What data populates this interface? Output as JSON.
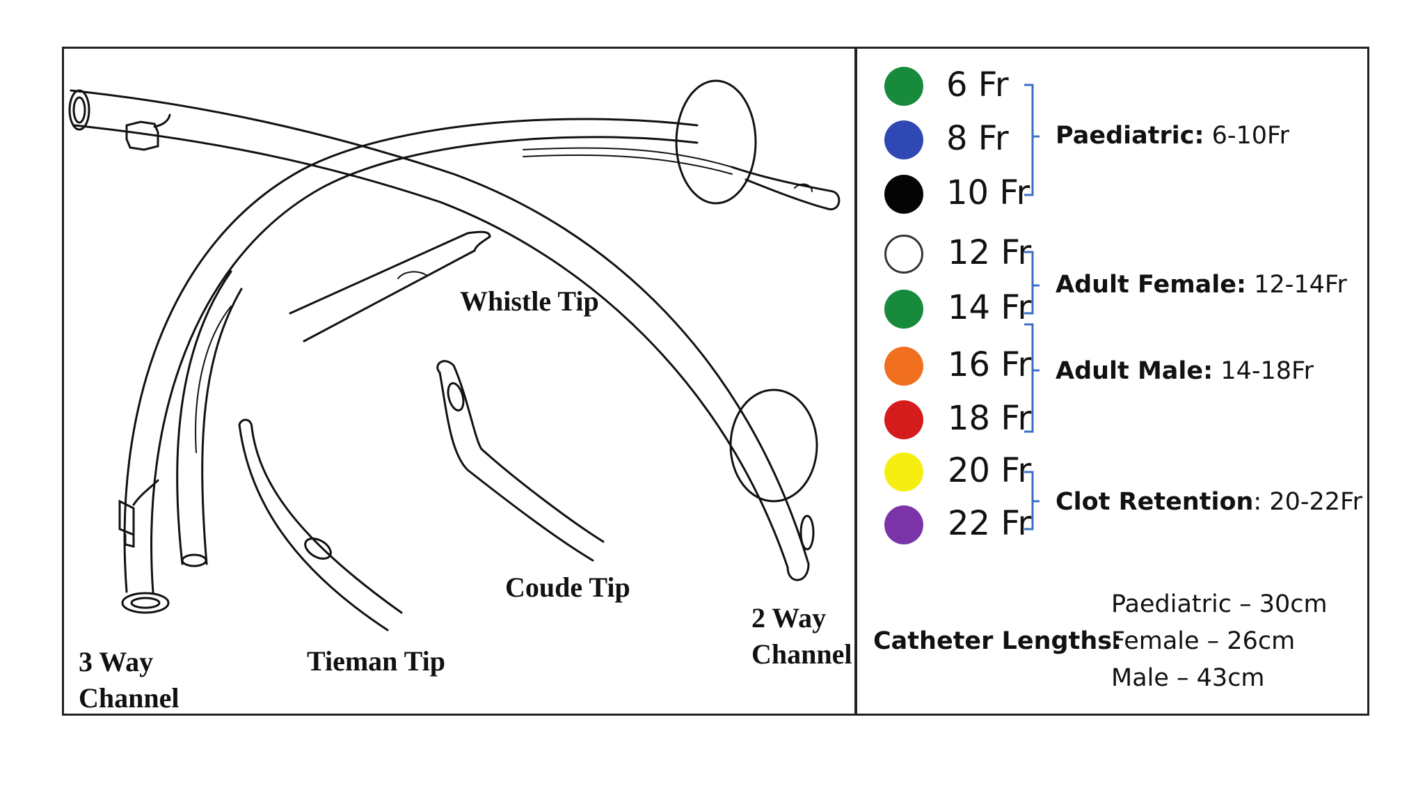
{
  "drawing": {
    "labels": {
      "three_way_1": "3 Way",
      "three_way_2": "Channel",
      "two_way_1": "2 Way",
      "two_way_2": "Channel",
      "whistle": "Whistle Tip",
      "tieman": "Tieman Tip",
      "coude": "Coude Tip"
    }
  },
  "legend": {
    "sizes": [
      {
        "label": "6 Fr",
        "color": "#178a3c"
      },
      {
        "label": "8 Fr",
        "color": "#3048b4"
      },
      {
        "label": "10 Fr",
        "color": "#050505"
      },
      {
        "label": "12 Fr",
        "color": "#ffffff"
      },
      {
        "label": "14 Fr",
        "color": "#178a3c"
      },
      {
        "label": "16 Fr",
        "color": "#f07020"
      },
      {
        "label": "18 Fr",
        "color": "#d41c1c"
      },
      {
        "label": "20 Fr",
        "color": "#f5ee10"
      },
      {
        "label": "22 Fr",
        "color": "#7a34a8"
      }
    ],
    "groups": [
      {
        "name": "Paediatric:",
        "range": "6-10Fr"
      },
      {
        "name": "Adult Female:",
        "range": "12-14Fr"
      },
      {
        "name": "Adult Male:",
        "range": "14-18Fr"
      },
      {
        "name": "Clot Retention",
        "range": ": 20-22Fr"
      }
    ],
    "bracket_color": "#3a6fc4"
  },
  "lengths": {
    "title": "Catheter Lengths:",
    "items": [
      "Paediatric – 30cm",
      "Female – 26cm",
      "Male – 43cm"
    ]
  }
}
